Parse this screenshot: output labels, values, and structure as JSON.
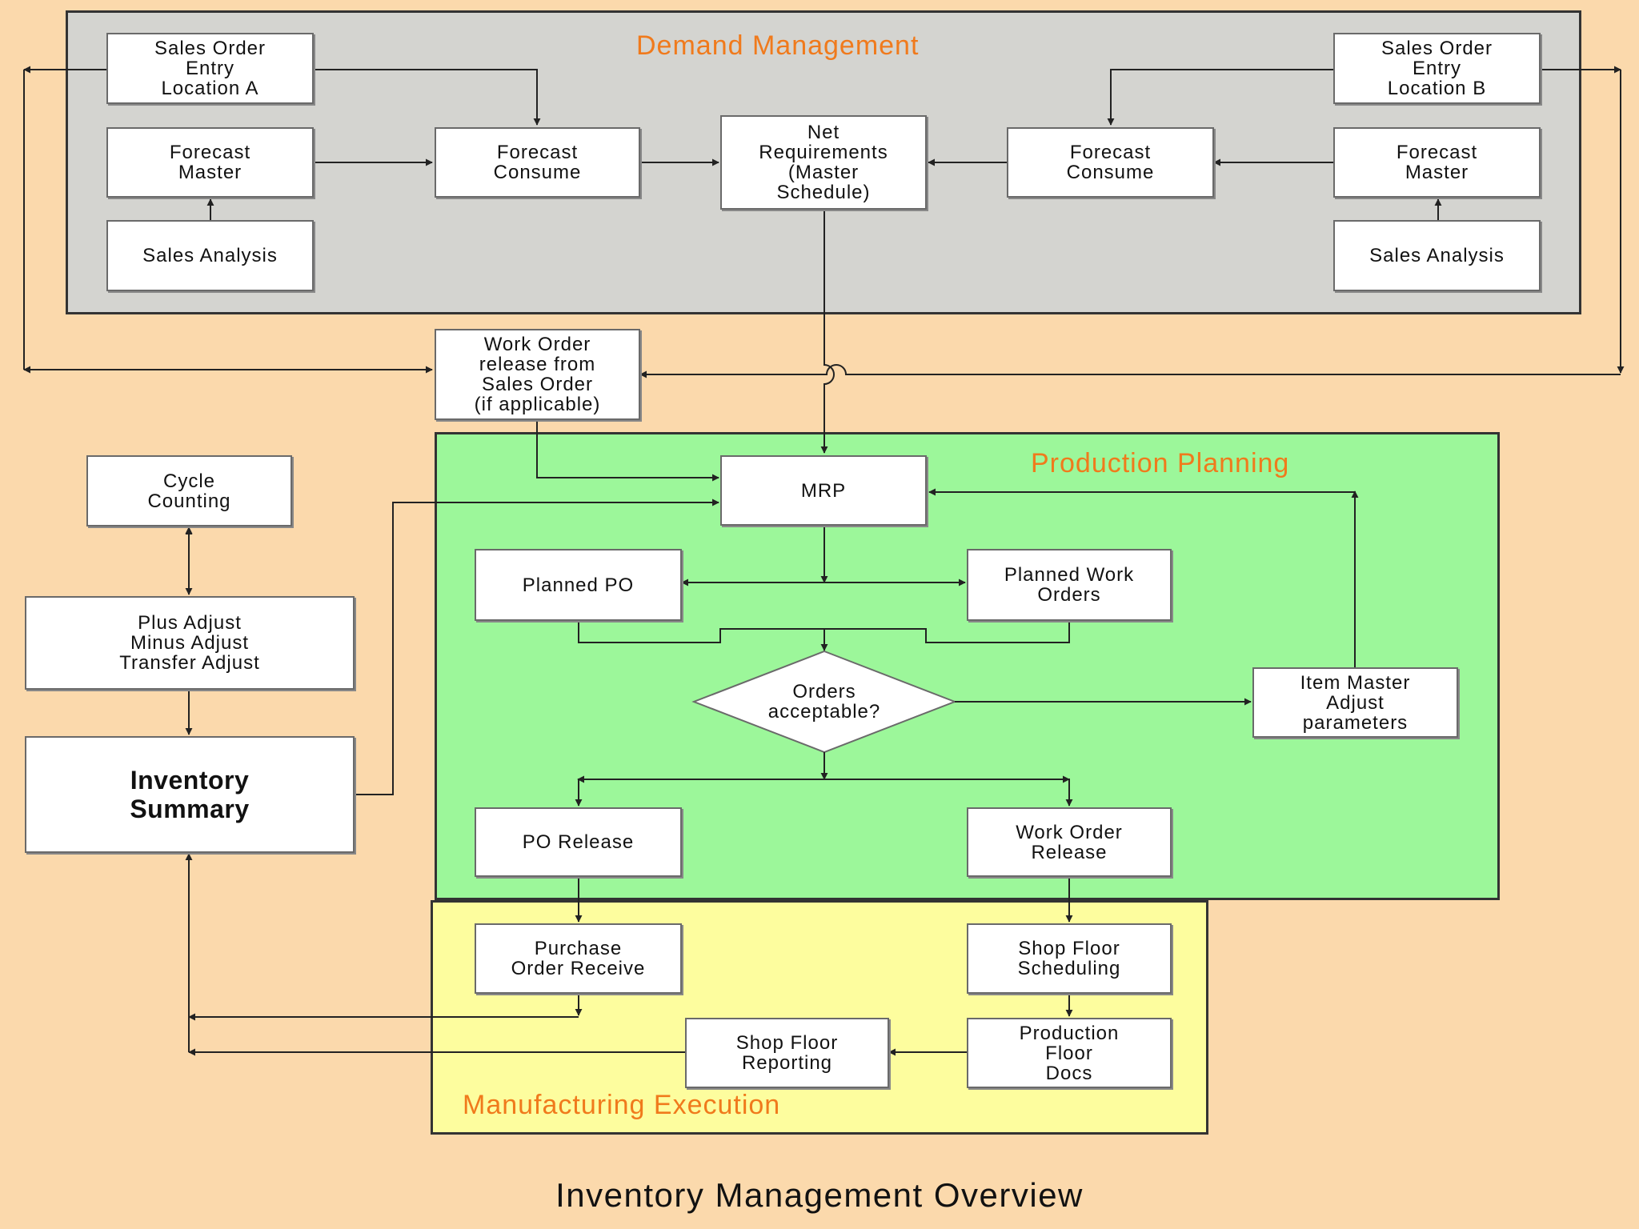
{
  "title": "Inventory Management Overview",
  "colors": {
    "background": "#fbd9ac",
    "demand_region": "#d4d4d0",
    "production_region": "#9cf79a",
    "execution_region": "#fdfd9e",
    "region_title": "#f07a1c",
    "line": "#222222"
  },
  "regions": {
    "demand": "Demand Management",
    "production": "Production Planning",
    "execution": "Manufacturing Execution"
  },
  "nodes": {
    "so_entry_a": "Sales Order\nEntry\nLocation A",
    "forecast_master_a": "Forecast\nMaster",
    "sales_analysis_a": "Sales Analysis",
    "forecast_consume_a": "Forecast\nConsume",
    "net_requirements": "Net\nRequirements\n(Master\nSchedule)",
    "forecast_consume_b": "Forecast\nConsume",
    "so_entry_b": "Sales Order\nEntry\nLocation B",
    "forecast_master_b": "Forecast\nMaster",
    "sales_analysis_b": "Sales Analysis",
    "work_order_release_so": "Work Order\nrelease from\nSales Order\n(if applicable)",
    "cycle_counting": "Cycle\nCounting",
    "adjustments": "Plus Adjust\nMinus Adjust\nTransfer Adjust",
    "inventory_summary": "Inventory\nSummary",
    "mrp": "MRP",
    "planned_po": "Planned PO",
    "planned_work_orders": "Planned Work\nOrders",
    "orders_acceptable": "Orders\nacceptable?",
    "item_master": "Item Master\nAdjust\nparameters",
    "po_release": "PO Release",
    "work_order_release": "Work Order\nRelease",
    "purchase_order_receive": "Purchase\nOrder Receive",
    "shop_floor_scheduling": "Shop Floor\nScheduling",
    "production_floor_docs": "Production\nFloor\nDocs",
    "shop_floor_reporting": "Shop Floor\nReporting"
  }
}
